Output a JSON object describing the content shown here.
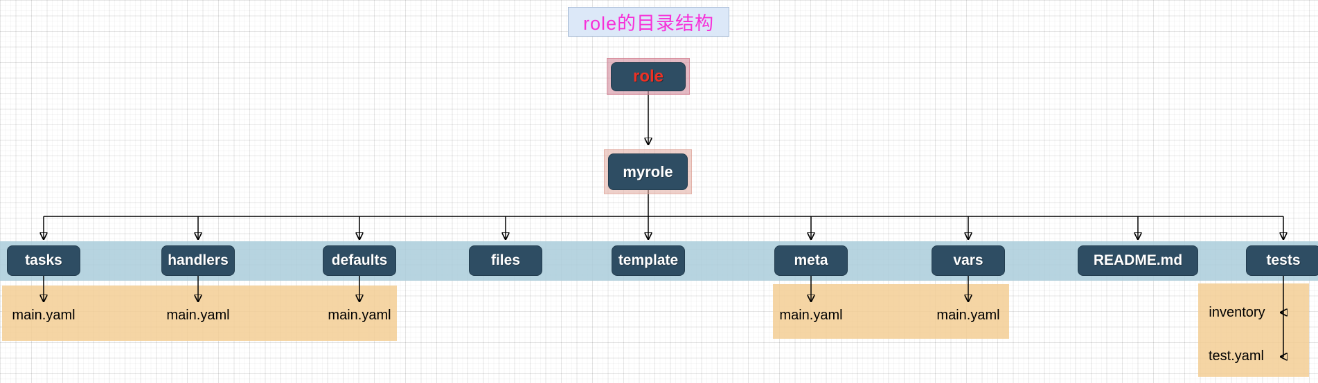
{
  "title": "role的目录结构",
  "root": {
    "label": "role"
  },
  "subroot": {
    "label": "myrole"
  },
  "nodes": [
    {
      "label": "tasks"
    },
    {
      "label": "handlers"
    },
    {
      "label": "defaults"
    },
    {
      "label": "files"
    },
    {
      "label": "template"
    },
    {
      "label": "meta"
    },
    {
      "label": "vars"
    },
    {
      "label": "README.md"
    },
    {
      "label": "tests"
    }
  ],
  "files": {
    "tasks": "main.yaml",
    "handlers": "main.yaml",
    "defaults": "main.yaml",
    "meta": "main.yaml",
    "vars": "main.yaml",
    "tests": [
      "inventory",
      "test.yaml"
    ]
  },
  "colors": {
    "node_fill": "#2e4d63",
    "root_text": "#ee3124",
    "node_text": "#ffffff",
    "title_text": "#f631d8",
    "title_bg": "#dce8f8",
    "blue_band": "#aaccdb",
    "orange_band": "#f3ce94",
    "role_highlight": "#d590a0",
    "myrole_highlight": "#e2aca0",
    "connector": "#000000"
  }
}
